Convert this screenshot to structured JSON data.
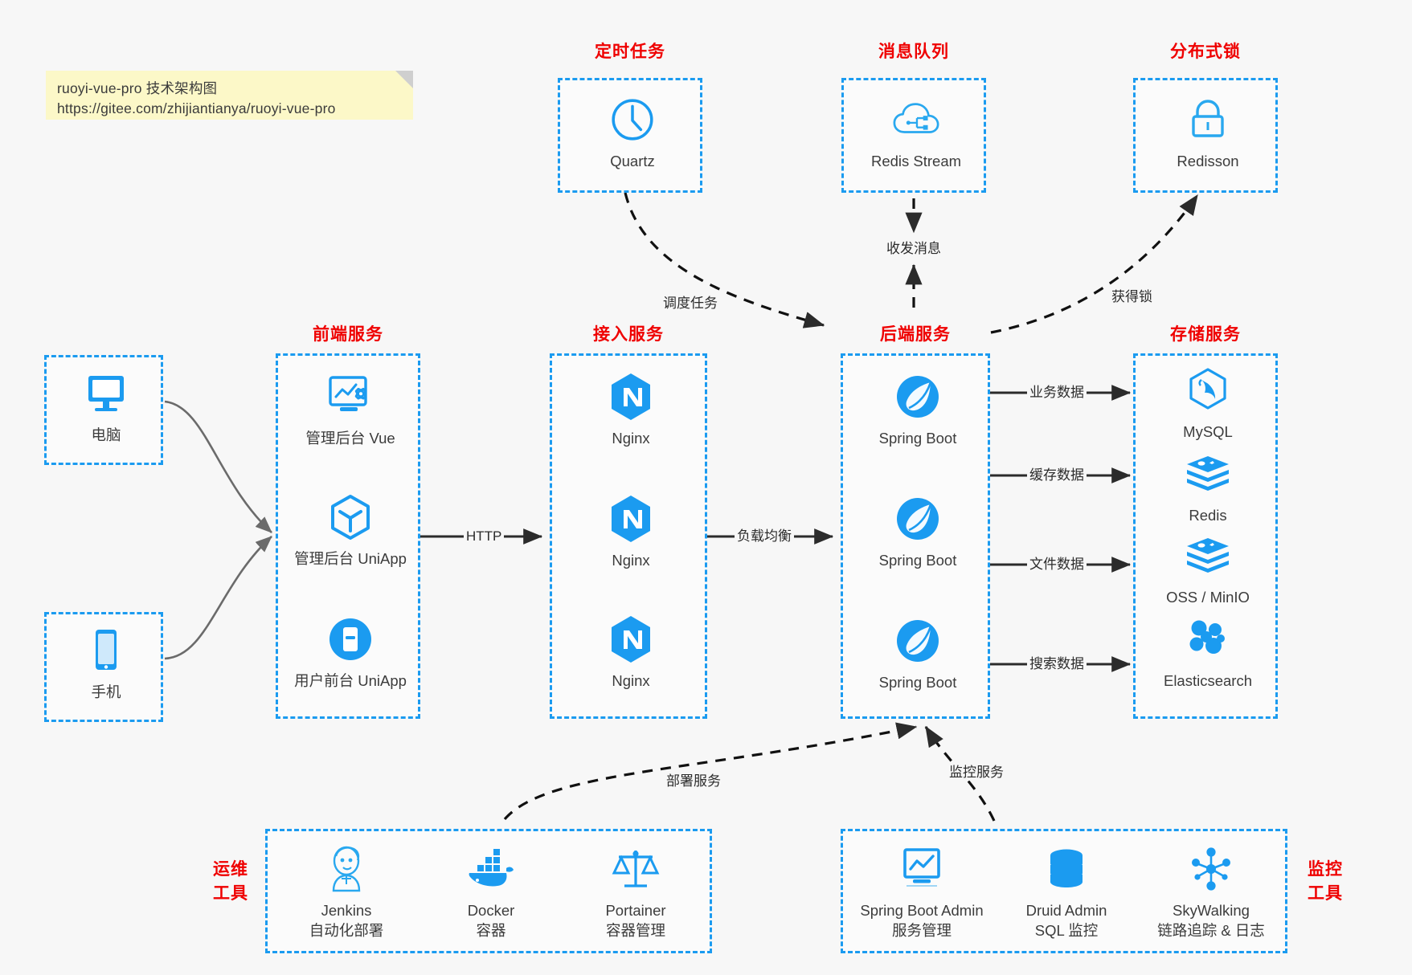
{
  "note": {
    "line1": "ruoyi-vue-pro 技术架构图",
    "line2": "https://gitee.com/zhijiantianya/ruoyi-vue-pro"
  },
  "colors": {
    "accent": "#1b9bf0",
    "title": "#ef0000",
    "text": "#3c3c3c",
    "background": "#f7f7f7",
    "note_bg": "#fcf8c8",
    "arrow": "#2b2b2b",
    "client_arrow": "#6b6b6b"
  },
  "groups": {
    "scheduled_task": {
      "title": "定时任务",
      "nodes": [
        {
          "label": "Quartz",
          "icon": "clock-icon"
        }
      ]
    },
    "message_queue": {
      "title": "消息队列",
      "nodes": [
        {
          "label": "Redis Stream",
          "icon": "cloud-stream-icon"
        }
      ]
    },
    "distributed_lock": {
      "title": "分布式锁",
      "nodes": [
        {
          "label": "Redisson",
          "icon": "lock-icon"
        }
      ]
    },
    "clients": {
      "nodes": [
        {
          "label": "电脑",
          "icon": "desktop-icon"
        },
        {
          "label": "手机",
          "icon": "mobile-icon"
        }
      ]
    },
    "frontend": {
      "title": "前端服务",
      "nodes": [
        {
          "label": "管理后台 Vue",
          "icon": "dashboard-settings-icon"
        },
        {
          "label": "管理后台 UniApp",
          "icon": "cube-icon"
        },
        {
          "label": "用户前台 UniApp",
          "icon": "mobile-app-icon"
        }
      ]
    },
    "gateway": {
      "title": "接入服务",
      "nodes": [
        {
          "label": "Nginx",
          "icon": "nginx-icon"
        },
        {
          "label": "Nginx",
          "icon": "nginx-icon"
        },
        {
          "label": "Nginx",
          "icon": "nginx-icon"
        }
      ]
    },
    "backend": {
      "title": "后端服务",
      "nodes": [
        {
          "label": "Spring Boot",
          "icon": "spring-boot-icon"
        },
        {
          "label": "Spring Boot",
          "icon": "spring-boot-icon"
        },
        {
          "label": "Spring Boot",
          "icon": "spring-boot-icon"
        }
      ]
    },
    "storage": {
      "title": "存储服务",
      "nodes": [
        {
          "label": "MySQL",
          "icon": "mysql-icon"
        },
        {
          "label": "Redis",
          "icon": "redis-icon"
        },
        {
          "label": "OSS / MinIO",
          "icon": "oss-minio-icon"
        },
        {
          "label": "Elasticsearch",
          "icon": "elasticsearch-icon"
        }
      ]
    },
    "devops": {
      "title_line1": "运维",
      "title_line2": "工具",
      "nodes": [
        {
          "label": "Jenkins",
          "sublabel": "自动化部署",
          "icon": "jenkins-icon"
        },
        {
          "label": "Docker",
          "sublabel": "容器",
          "icon": "docker-icon"
        },
        {
          "label": "Portainer",
          "sublabel": "容器管理",
          "icon": "portainer-icon"
        }
      ]
    },
    "monitoring": {
      "title_line1": "监控",
      "title_line2": "工具",
      "nodes": [
        {
          "label": "Spring Boot Admin",
          "sublabel": "服务管理",
          "icon": "monitor-chart-icon"
        },
        {
          "label": "Druid Admin",
          "sublabel": "SQL 监控",
          "icon": "database-icon"
        },
        {
          "label": "SkyWalking",
          "sublabel": "链路追踪 & 日志",
          "icon": "skywalking-icon"
        }
      ]
    }
  },
  "edges": [
    {
      "label": "调度任务",
      "from": "scheduled_task",
      "to": "backend"
    },
    {
      "label": "收发消息",
      "from": "message_queue",
      "to": "backend"
    },
    {
      "label": "获得锁",
      "from": "backend",
      "to": "distributed_lock"
    },
    {
      "label": "HTTP",
      "from": "frontend",
      "to": "gateway"
    },
    {
      "label": "负载均衡",
      "from": "gateway",
      "to": "backend"
    },
    {
      "label": "业务数据",
      "from": "backend",
      "to": "storage"
    },
    {
      "label": "缓存数据",
      "from": "backend",
      "to": "storage"
    },
    {
      "label": "文件数据",
      "from": "backend",
      "to": "storage"
    },
    {
      "label": "搜索数据",
      "from": "backend",
      "to": "storage"
    },
    {
      "label": "部署服务",
      "from": "devops",
      "to": "backend"
    },
    {
      "label": "监控服务",
      "from": "monitoring",
      "to": "backend"
    }
  ]
}
